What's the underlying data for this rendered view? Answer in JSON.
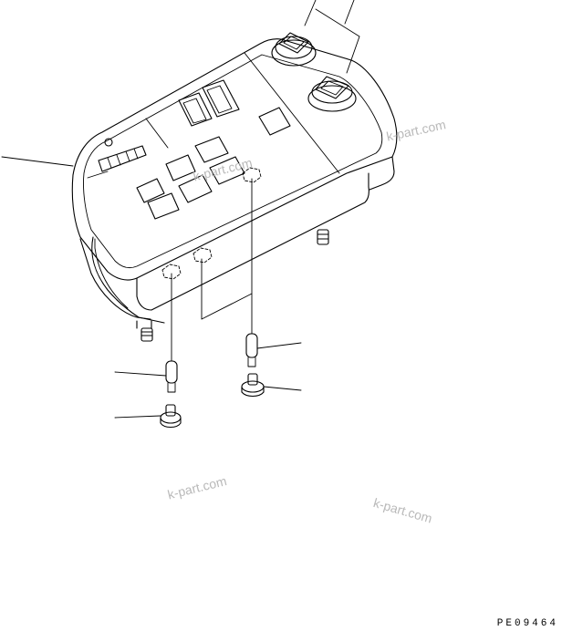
{
  "diagram": {
    "drawing_code": "PE09464",
    "watermarks": [
      "k-part.com",
      "k-part.com",
      "k-part.com",
      "k-part.com"
    ]
  }
}
